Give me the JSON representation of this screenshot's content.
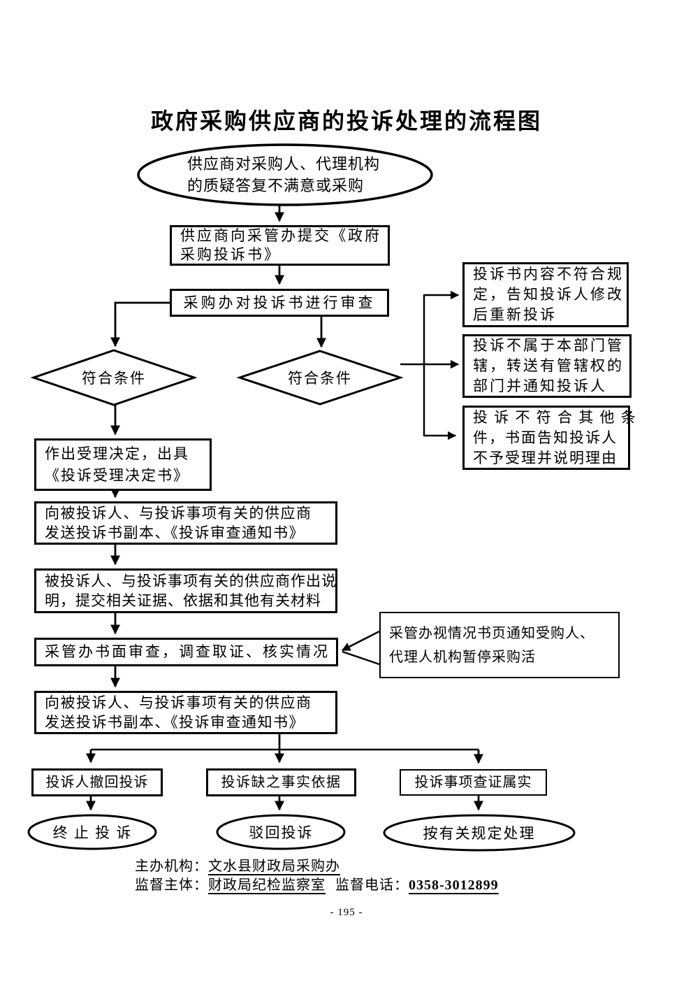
{
  "page": {
    "title": "政府采购供应商的投诉处理的流程图",
    "page_number": "- 195 -"
  },
  "colors": {
    "ink": "#000000",
    "paper": "#ffffff"
  },
  "flow": {
    "start_ellipse": {
      "line1": "供应商对采购人、代理机构",
      "line2": "的质疑答复不满意或采购"
    },
    "submit_box": {
      "line1": "供应商向采管办提交《政府",
      "line2": "采购投诉书》"
    },
    "review_box": {
      "text": "采购办对投诉书进行审查"
    },
    "left_diamond": {
      "text": "符合条件"
    },
    "right_diamond": {
      "text": "符合条件"
    },
    "reject_box_1": {
      "line1": "投诉书内容不符合规",
      "line2": "定，告知投诉人修改",
      "line3": "后重新投诉"
    },
    "reject_box_2": {
      "line1": "投诉不属于本部门管",
      "line2": "辖，转送有管辖权的",
      "line3": "部门并通知投诉人"
    },
    "reject_box_3": {
      "line1": "投 诉 不 符 合 其 他 条",
      "line2": "件，书面告知投诉人",
      "line3": "不予受理并说明理由"
    },
    "accept_box": {
      "line1": "作出受理决定，出具",
      "line2": "《投诉受理决定书》"
    },
    "send_copy_box_1": {
      "line1": "向被投诉人、与投诉事项有关的供应商",
      "line2": "发送投诉书副本、《投诉审查通知书》"
    },
    "respond_box": {
      "line1": "被投诉人、与投诉事项有关的供应商作出说",
      "line2": "明，提交相关证据、依据和其他有关材料"
    },
    "investigate_box": {
      "text": "采管办书面审查，调查取证、核实情况"
    },
    "suspend_note_box": {
      "line1": "采管办视情况书页通知受购人、",
      "line2": "代理人机构暂停采购活"
    },
    "send_copy_box_2": {
      "line1": "向被投诉人、与投诉事项有关的供应商",
      "line2": "发送投诉书副本、《投诉审查通知书》"
    },
    "withdraw_box": {
      "text": "投诉人撤回投诉"
    },
    "no_facts_box": {
      "text": "投诉缺之事实依据"
    },
    "verified_box": {
      "text": "投诉事项查证属实"
    },
    "terminate_ellipse": {
      "text": "终 止 投 诉"
    },
    "dismiss_ellipse": {
      "text": "驳回投诉"
    },
    "handle_ellipse": {
      "text": "按有关规定处理"
    }
  },
  "footer": {
    "organizer_label": "主办机构：",
    "organizer_value": "文水县财政局采购办",
    "supervisor_label": "监督主体：",
    "supervisor_value": "财政局纪检监察室",
    "phone_label": "监督电话：",
    "phone_value": "0358-3012899"
  }
}
